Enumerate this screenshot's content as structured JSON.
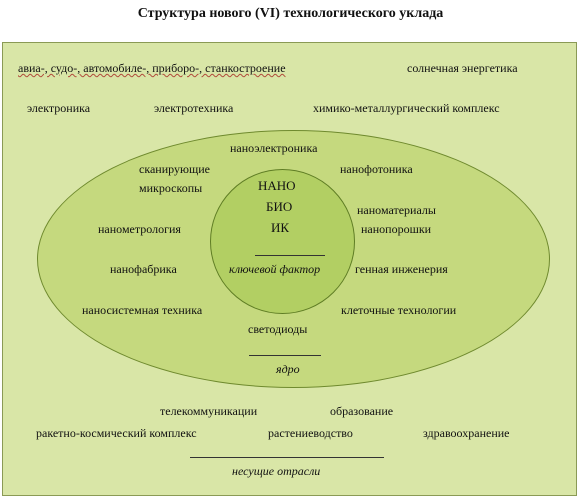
{
  "title": "Структура нового (VI) технологического уклада",
  "outer": {
    "row1": [
      "авиа-, судо-, автомобиле-, приборо-, станкостроение",
      "солнечная энергетика"
    ],
    "row2": [
      "электроника",
      "электротехника",
      "химико-металлургический комплекс"
    ],
    "bottom": [
      "телекоммуникации",
      "образование",
      "ракетно-космический комплекс",
      "растениеводство",
      "здравоохранение"
    ],
    "caption": "несущие отрасли"
  },
  "ellipse": {
    "items": [
      "наноэлектроника",
      "сканирующие",
      "микроскопы",
      "нанофотоника",
      "наноматериалы",
      "нанопорошки",
      "нанометрология",
      "нанофабрика",
      "генная инженерия",
      "наносистемная техника",
      "клеточные технологии",
      "светодиоды"
    ],
    "caption": "ядро"
  },
  "core": {
    "lines": [
      "НАНО",
      "БИО",
      "ИК"
    ],
    "caption": "ключевой фактор"
  },
  "colors": {
    "frame": "#d9e6a7",
    "ellipse": "#c5d97e",
    "circle": "#b2cf63"
  }
}
